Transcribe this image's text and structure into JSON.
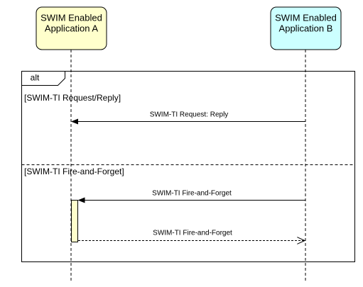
{
  "participants": [
    {
      "id": "A",
      "label_line1": "SWIM Enabled",
      "label_line2": "Application A",
      "fill": "#ffffcc"
    },
    {
      "id": "B",
      "label_line1": "SWIM Enabled",
      "label_line2": "Application B",
      "fill": "#ccffff"
    }
  ],
  "frame": {
    "operator": "alt",
    "guards": [
      "[SWIM-TI Request/Reply]",
      "[SWIM-TI Fire-and-Forget]"
    ]
  },
  "messages": [
    {
      "label": "SWIM-TI Request: Reply",
      "from": "B",
      "to": "A",
      "style": "solid"
    },
    {
      "label": "SWIM-TI Fire-and-Forget",
      "from": "B",
      "to": "A",
      "style": "solid"
    },
    {
      "label": "SWIM-TI Fire-and-Forget",
      "from": "A",
      "to": "B",
      "style": "dashed"
    }
  ],
  "colors": {
    "line": "#000000",
    "activation": "#ffffcc",
    "frame_border": "#000000",
    "lifeline": "#000000"
  }
}
